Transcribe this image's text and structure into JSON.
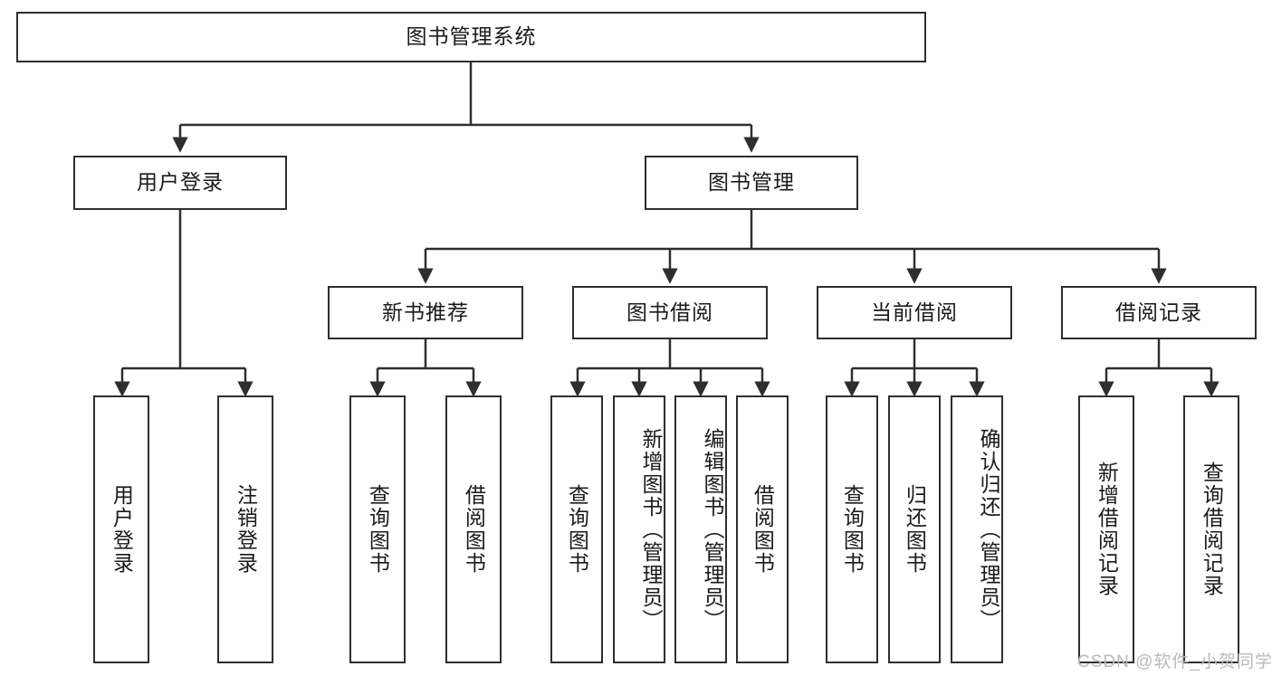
{
  "diagram": {
    "title_node": {
      "label": "图书管理系统"
    },
    "level2": [
      {
        "id": "user-login",
        "label": "用户登录"
      },
      {
        "id": "book-manage",
        "label": "图书管理"
      }
    ],
    "level3": [
      {
        "id": "new-book-recommend",
        "label": "新书推荐"
      },
      {
        "id": "book-borrow",
        "label": "图书借阅"
      },
      {
        "id": "current-borrow",
        "label": "当前借阅"
      },
      {
        "id": "borrow-record",
        "label": "借阅记录"
      }
    ],
    "leaves": {
      "user_login": [
        {
          "id": "leaf-user-login",
          "label": "用户登录"
        },
        {
          "id": "leaf-logout-login",
          "label": "注销登录"
        }
      ],
      "new_book_recommend": [
        {
          "id": "leaf-query-book-1",
          "label": "查询图书"
        },
        {
          "id": "leaf-borrow-book-1",
          "label": "借阅图书"
        }
      ],
      "book_borrow": [
        {
          "id": "leaf-query-book-2",
          "label": "查询图书"
        },
        {
          "id": "leaf-add-book",
          "label": "新增图书（管理员）"
        },
        {
          "id": "leaf-edit-book",
          "label": "编辑图书（管理员）"
        },
        {
          "id": "leaf-borrow-book-2",
          "label": "借阅图书"
        }
      ],
      "current_borrow": [
        {
          "id": "leaf-query-book-3",
          "label": "查询图书"
        },
        {
          "id": "leaf-return-book",
          "label": "归还图书"
        },
        {
          "id": "leaf-confirm-return",
          "label": "确认归还（管理员）"
        }
      ],
      "borrow_record": [
        {
          "id": "leaf-add-record",
          "label": "新增借阅记录"
        },
        {
          "id": "leaf-query-record",
          "label": "查询借阅记录"
        }
      ]
    },
    "watermark": "CSDN @软件_小贺同学",
    "colors": {
      "stroke": "#2e2e2e",
      "box_fill": "#ffffff",
      "text": "#1a1a1a",
      "watermark": "#b9b9b9",
      "background": "#ffffff"
    }
  }
}
